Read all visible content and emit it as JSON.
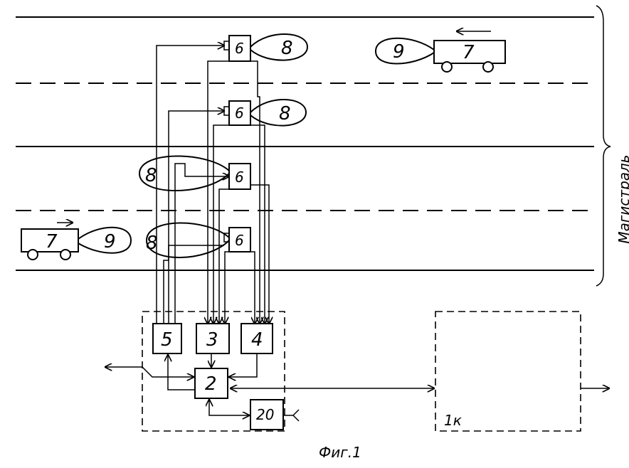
{
  "figure": {
    "caption": "Фиг.1",
    "road_label": "Магистраль",
    "labels": {
      "controller": "2",
      "block3": "3",
      "block4": "4",
      "block5": "5",
      "block20": "20",
      "center": "1к",
      "sensor": "6",
      "zone": "8",
      "vehicle": "7",
      "vehicle_zone": "9"
    }
  }
}
